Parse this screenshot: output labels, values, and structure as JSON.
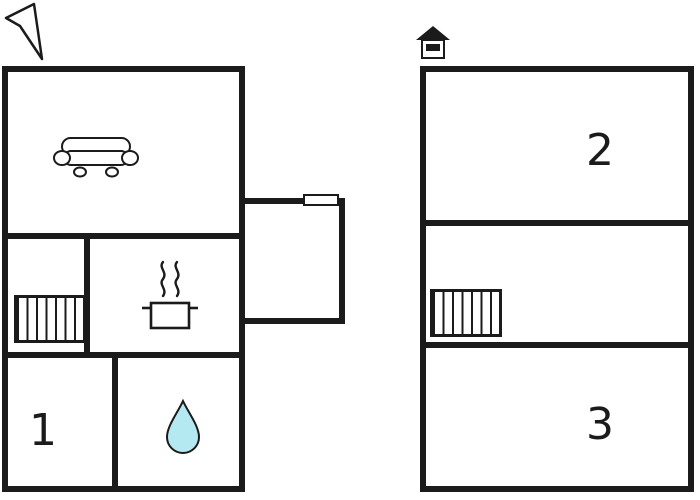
{
  "floorplan": {
    "colors": {
      "background": "#ffffff",
      "wall": "#1b1b1b",
      "drop_fill": "#b5e9f1"
    },
    "left_unit": {
      "rooms": [
        {
          "label": "1"
        }
      ],
      "icons": [
        "north-arrow-icon",
        "sofa-icon",
        "radiator-icon",
        "stove-steam-icon",
        "water-drop-icon",
        "window-marker"
      ]
    },
    "right_unit": {
      "rooms": [
        {
          "label": "2"
        },
        {
          "label": "3"
        }
      ],
      "icons": [
        "house-icon",
        "radiator-icon"
      ]
    }
  }
}
